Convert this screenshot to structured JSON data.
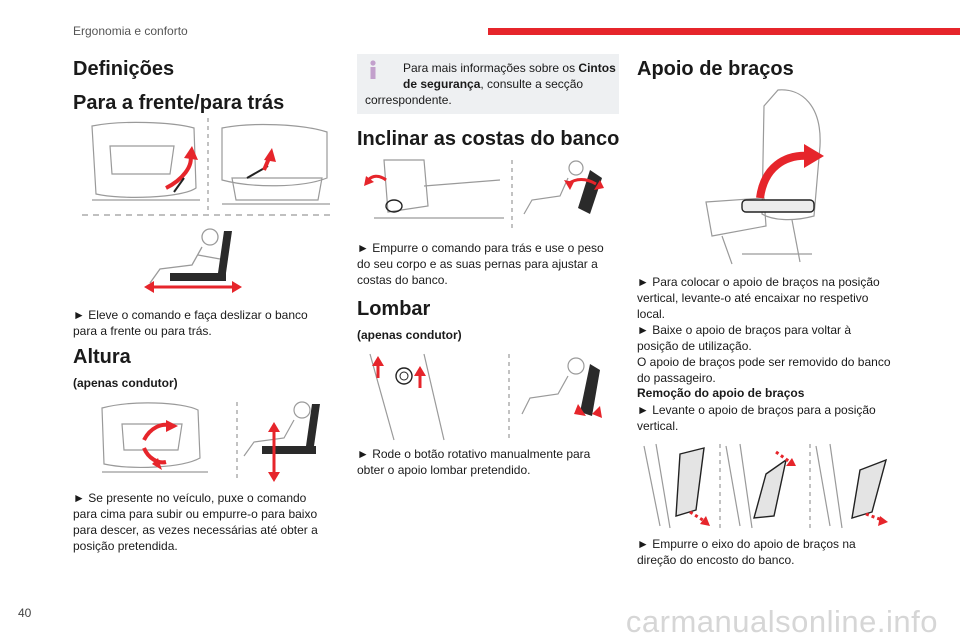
{
  "header": {
    "section_title": "Ergonomia e conforto"
  },
  "footer": {
    "page_number": "40",
    "watermark": "carmanualsonline.info"
  },
  "colors": {
    "accent": "#e6252b",
    "info_box_bg": "#eef0f2"
  },
  "col1": {
    "h_definicoes": "Definições",
    "h_frente_tras": "Para a frente/para trás",
    "p_frente_tras": [
      "► Eleve o comando e faça deslizar o banco",
      "para a frente ou para trás."
    ],
    "h_altura": "Altura",
    "sub_altura": "(apenas condutor)",
    "p_altura": [
      "► Se presente no veículo, puxe o comando",
      "para cima para subir ou empurre-o para baixo",
      "para descer, as vezes necessárias até obter a",
      "posição pretendida."
    ]
  },
  "col2": {
    "info": {
      "l1": "Para mais informações sobre os ",
      "l1_bold": "Cintos",
      "l2_bold": "de segurança",
      "l2": ", consulte a secção",
      "l3": "correspondente."
    },
    "h_inclinar": "Inclinar as costas do banco",
    "p_inclinar": [
      "► Empurre o comando para trás e use o peso",
      "do seu corpo e as suas pernas para ajustar a",
      "costas do banco."
    ],
    "h_lombar": "Lombar",
    "sub_lombar": "(apenas condutor)",
    "p_lombar": [
      "► Rode o botão rotativo manualmente para",
      "obter o apoio lombar pretendido."
    ]
  },
  "col3": {
    "h_apoio": "Apoio de braços",
    "p_apoio_1": [
      "► Para colocar o apoio de braços na posição",
      "vertical, levante-o até encaixar no respetivo",
      "local."
    ],
    "p_apoio_2": [
      "► Baixe o apoio de braços para voltar à",
      "posição de utilização."
    ],
    "p_apoio_3": [
      "O apoio de braços pode ser removido do banco",
      "do passageiro."
    ],
    "sub_remocao": "Remoção do apoio de braços",
    "p_apoio_4": [
      "► Levante o apoio de braços para a posição",
      "vertical."
    ],
    "p_apoio_5": [
      "► Empurre o eixo do apoio de braços na",
      "direção do encosto do banco."
    ]
  }
}
